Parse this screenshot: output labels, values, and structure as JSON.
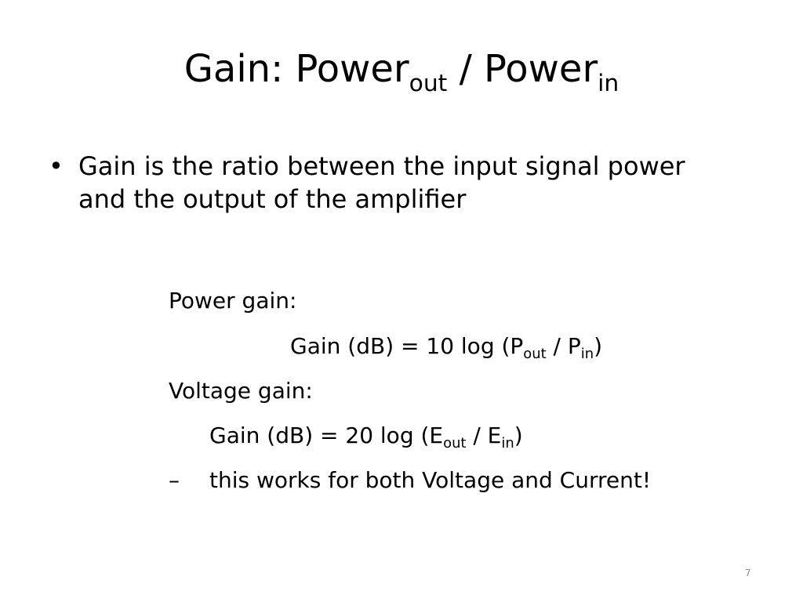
{
  "slide": {
    "title": {
      "prefix": "Gain: Power",
      "sub_1": "out",
      "middle": " / Power",
      "sub_2": "in"
    },
    "bullet": {
      "marker": "•",
      "text": "Gain is the ratio between the input signal power and the output of the amplifier"
    },
    "power_gain_label": "Power gain:",
    "power_formula": {
      "prefix": "Gain (dB) = 10 log (P",
      "sub_1": "out",
      "middle": " / P",
      "sub_2": "in",
      "suffix": ")"
    },
    "voltage_gain_label": "Voltage gain:",
    "voltage_formula": {
      "prefix": "Gain (dB) = 20 log (E",
      "sub_1": "out",
      "middle": " / E",
      "sub_2": "in",
      "suffix": ")"
    },
    "note": {
      "marker": "–",
      "text": "this works for both Voltage and Current!"
    },
    "slide_number": "7"
  }
}
